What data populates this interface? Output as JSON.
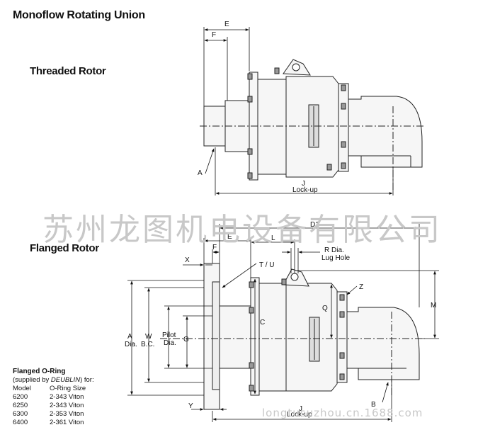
{
  "title": "Monoflow Rotating Union",
  "threaded": {
    "title": "Threaded Rotor",
    "labels": {
      "E": "E",
      "F": "F",
      "A": "A",
      "J": "J",
      "lockup": "Lock-up"
    }
  },
  "flanged": {
    "title": "Flanged Rotor",
    "labels": {
      "D1": "D1",
      "E": "E",
      "L": "L",
      "F": "F",
      "X": "X",
      "TU": "T / U",
      "Rdia": "R Dia.",
      "lug": "Lug Hole",
      "Z": "Z",
      "Q": "Q",
      "M": "M",
      "C": "C",
      "A": "A",
      "Adia": "Dia.",
      "W": "W",
      "WBC": "B.C.",
      "pilot": "Pilot",
      "pilotdia": "Dia.",
      "G": "G",
      "B": "B",
      "Y": "Y",
      "J": "J",
      "lockup": "Lock-up"
    }
  },
  "oring": {
    "heading": "Flanged O-Ring",
    "supplied_prefix": "(supplied by ",
    "supplied_brand": "DEUBLIN",
    "supplied_suffix": ") for:",
    "col_model": "Model",
    "col_size": "O-Ring Size",
    "rows": [
      {
        "model": "6200",
        "size": "2-343 Viton"
      },
      {
        "model": "6250",
        "size": "2-343 Viton"
      },
      {
        "model": "6300",
        "size": "2-353 Viton"
      },
      {
        "model": "6400",
        "size": "2-361 Viton"
      }
    ]
  },
  "watermark": "苏州龙图机电设备有限公司",
  "watermark_url": "longtusuzhou.cn.1688.com"
}
